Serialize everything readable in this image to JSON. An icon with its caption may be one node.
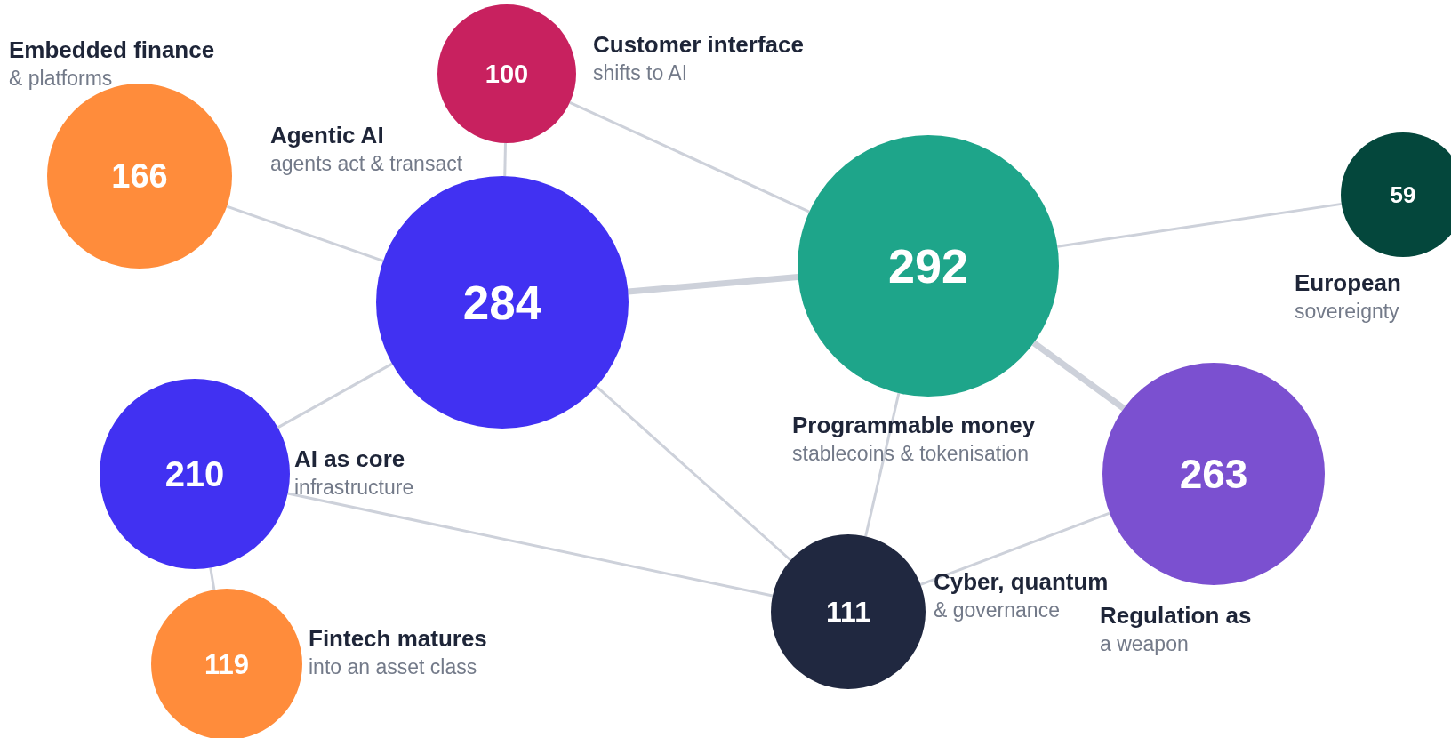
{
  "diagram": {
    "nodes": [
      {
        "text": [
          "166"
        ],
        "beside": [
          "Embedded finance",
          "& platforms"
        ]
      },
      {
        "text": [
          "100"
        ],
        "beside": [
          "Customer interface",
          "shifts to AI"
        ]
      },
      {
        "text": [
          "284"
        ],
        "beside": [
          "Agentic AI",
          "agents act & transact"
        ]
      },
      {
        "text": [
          "292"
        ],
        "beside": [
          "Programmable money",
          "stablecoins & tokenisation"
        ]
      },
      {
        "text": [
          "59"
        ],
        "beside": [
          "European",
          "sovereignty"
        ]
      },
      {
        "text": [
          "210"
        ],
        "beside": [
          "AI as core",
          "infrastructure"
        ]
      },
      {
        "text": [
          "111"
        ],
        "beside": [
          "Cyber, quantum",
          "& governance"
        ]
      },
      {
        "text": [
          "263"
        ],
        "beside": [
          "Regulation as",
          "a weapon"
        ]
      },
      {
        "text": [
          "119"
        ],
        "beside": [
          "Fintech matures",
          "into an asset class"
        ]
      }
    ],
    "edges": [
      {
        "from": 0,
        "to": 2,
        "arrow": "none"
      },
      {
        "from": 1,
        "to": 2,
        "arrow": "none"
      },
      {
        "from": 1,
        "to": 3,
        "arrow": "none"
      },
      {
        "from": 2,
        "to": 3,
        "arrow": "none",
        "style": "thick"
      },
      {
        "from": 3,
        "to": 4,
        "arrow": "none"
      },
      {
        "from": 3,
        "to": 7,
        "arrow": "none",
        "style": "thick"
      },
      {
        "from": 3,
        "to": 6,
        "arrow": "none"
      },
      {
        "from": 2,
        "to": 5,
        "arrow": "none"
      },
      {
        "from": 2,
        "to": 6,
        "arrow": "none"
      },
      {
        "from": 5,
        "to": 6,
        "arrow": "none"
      },
      {
        "from": 5,
        "to": 8,
        "arrow": "none"
      },
      {
        "from": 6,
        "to": 7,
        "arrow": "none"
      }
    ]
  }
}
